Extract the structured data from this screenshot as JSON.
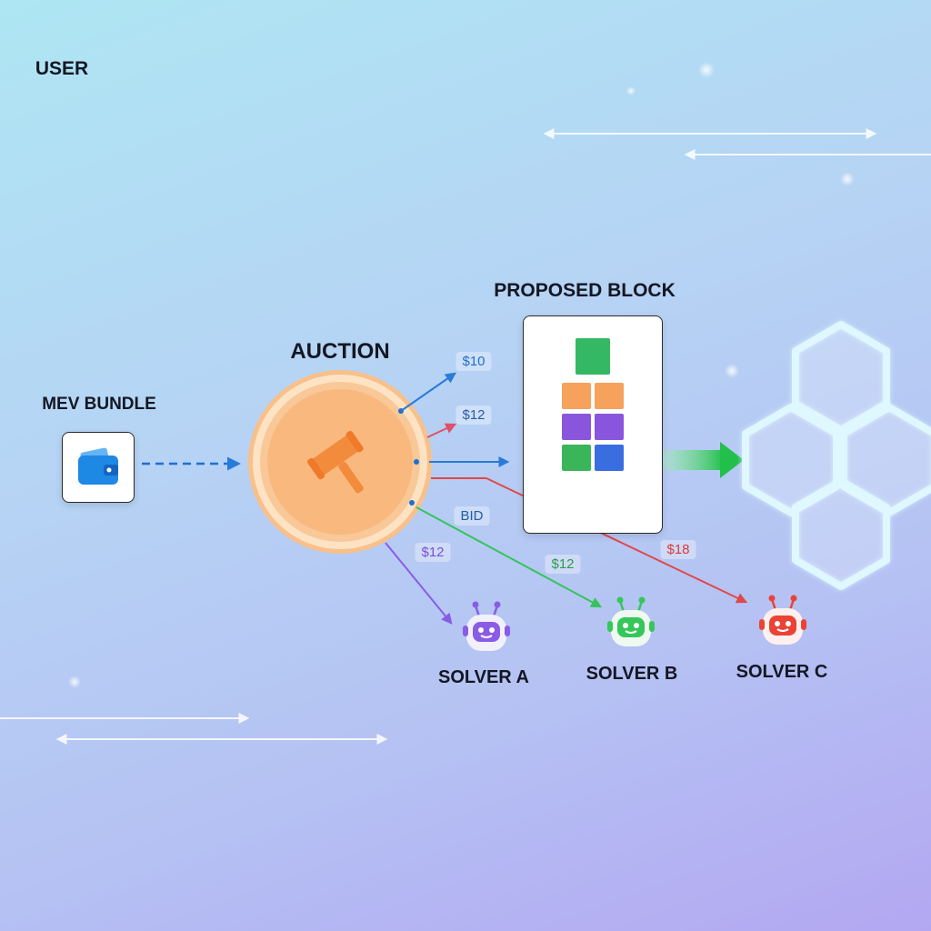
{
  "labels": {
    "user": "USER",
    "mev_bundle": "MEV BUNDLE",
    "auction": "AUCTION",
    "proposed_block": "PROPOSED BLOCK",
    "bid": "BID"
  },
  "bids": {
    "top_1": "$10",
    "top_2": "$12",
    "solver_a": "$12",
    "solver_b": "$12",
    "solver_c": "$18"
  },
  "solvers": [
    {
      "name": "SOLVER A",
      "color": "#8a5ce6"
    },
    {
      "name": "SOLVER B",
      "color": "#34c759"
    },
    {
      "name": "SOLVER C",
      "color": "#ea4335"
    }
  ],
  "colors": {
    "auction_orange": "#f7a05a",
    "wallet_blue": "#1e88e5",
    "flow_blue": "#2a7bd8",
    "flow_red": "#e0506a",
    "flow_green": "#33c45a",
    "flow_purple": "#8a5ce6",
    "chain_green": "#2dcc55",
    "hex_glow": "#d9f6ff"
  },
  "block_tiles": [
    "green",
    "orange",
    "orange",
    "purple",
    "purple",
    "green",
    "blue"
  ],
  "icons": [
    "wallet-icon",
    "gavel-icon",
    "robot-icon"
  ]
}
